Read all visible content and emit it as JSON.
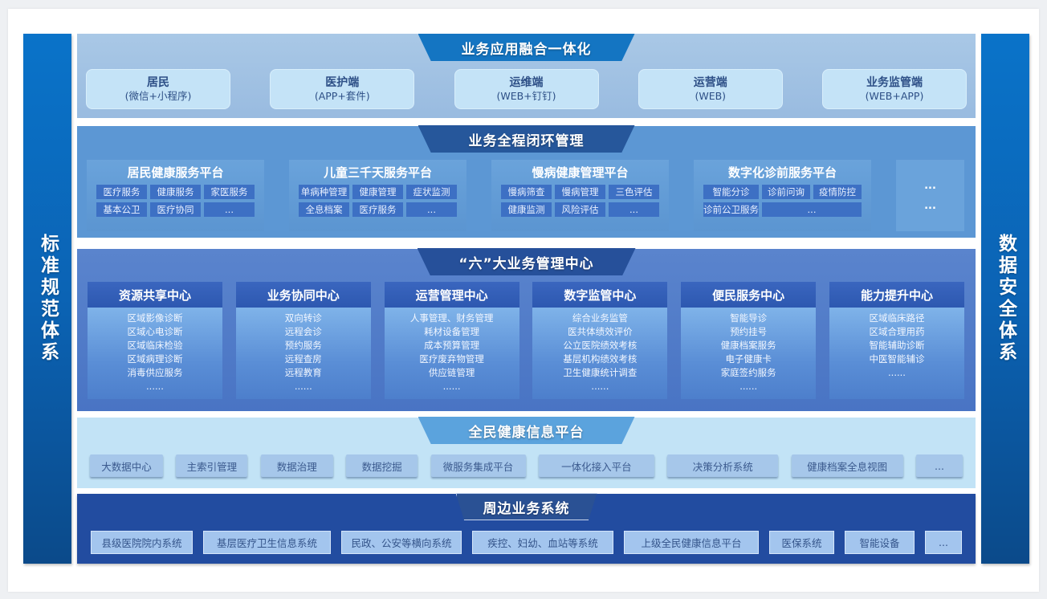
{
  "side_left": {
    "label": "标准规范体系"
  },
  "side_right": {
    "label": "数据安全体系"
  },
  "layer1": {
    "title": "业务应用融合一体化",
    "clients": [
      {
        "name": "居民",
        "sub": "(微信+小程序)"
      },
      {
        "name": "医护端",
        "sub": "(APP+套件)"
      },
      {
        "name": "运维端",
        "sub": "(WEB+钉钉)"
      },
      {
        "name": "运营端",
        "sub": "(WEB)"
      },
      {
        "name": "业务监管端",
        "sub": "(WEB+APP)"
      }
    ]
  },
  "layer2": {
    "title": "业务全程闭环管理",
    "platforms": [
      {
        "title": "居民健康服务平台",
        "tags": [
          "医疗服务",
          "健康服务",
          "家医服务",
          "基本公卫",
          "医疗协同",
          "..."
        ]
      },
      {
        "title": "儿童三千天服务平台",
        "tags": [
          "单病种管理",
          "健康管理",
          "症状监测",
          "全息档案",
          "医疗服务",
          "..."
        ]
      },
      {
        "title": "慢病健康管理平台",
        "tags": [
          "慢病筛查",
          "慢病管理",
          "三色评估",
          "健康监测",
          "风险评估",
          "..."
        ]
      },
      {
        "title": "数字化诊前服务平台",
        "tags": [
          "智能分诊",
          "诊前问询",
          "疫情防控",
          "诊前公卫服务",
          "..."
        ]
      }
    ],
    "more": [
      "...",
      "..."
    ]
  },
  "layer3": {
    "title": "“六”大业务管理中心",
    "centers": [
      {
        "title": "资源共享中心",
        "items": [
          "区域影像诊断",
          "区域心电诊断",
          "区域临床检验",
          "区域病理诊断",
          "消毒供应服务",
          "......"
        ]
      },
      {
        "title": "业务协同中心",
        "items": [
          "双向转诊",
          "远程会诊",
          "预约服务",
          "远程查房",
          "远程教育",
          "......"
        ]
      },
      {
        "title": "运营管理中心",
        "items": [
          "人事管理、财务管理",
          "耗材设备管理",
          "成本预算管理",
          "医疗废弃物管理",
          "供应链管理",
          "......"
        ]
      },
      {
        "title": "数字监管中心",
        "items": [
          "综合业务监管",
          "医共体绩效评价",
          "公立医院绩效考核",
          "基层机构绩效考核",
          "卫生健康统计调查",
          "......"
        ]
      },
      {
        "title": "便民服务中心",
        "items": [
          "智能导诊",
          "预约挂号",
          "健康档案服务",
          "电子健康卡",
          "家庭签约服务",
          "......"
        ]
      },
      {
        "title": "能力提升中心",
        "items": [
          "区域临床路径",
          "区域合理用药",
          "智能辅助诊断",
          "中医智能辅诊",
          "......"
        ]
      }
    ]
  },
  "layer4": {
    "title": "全民健康信息平台",
    "items": [
      "大数据中心",
      "主索引管理",
      "数据治理",
      "数据挖掘",
      "微服务集成平台",
      "一体化接入平台",
      "决策分析系统",
      "健康档案全息视图",
      "..."
    ]
  },
  "layer5": {
    "title": "周边业务系统",
    "items": [
      "县级医院院内系统",
      "基层医疗卫生信息系统",
      "民政、公安等横向系统",
      "疾控、妇幼、血站等系统",
      "上级全民健康信息平台",
      "医保系统",
      "智能设备",
      "..."
    ]
  }
}
